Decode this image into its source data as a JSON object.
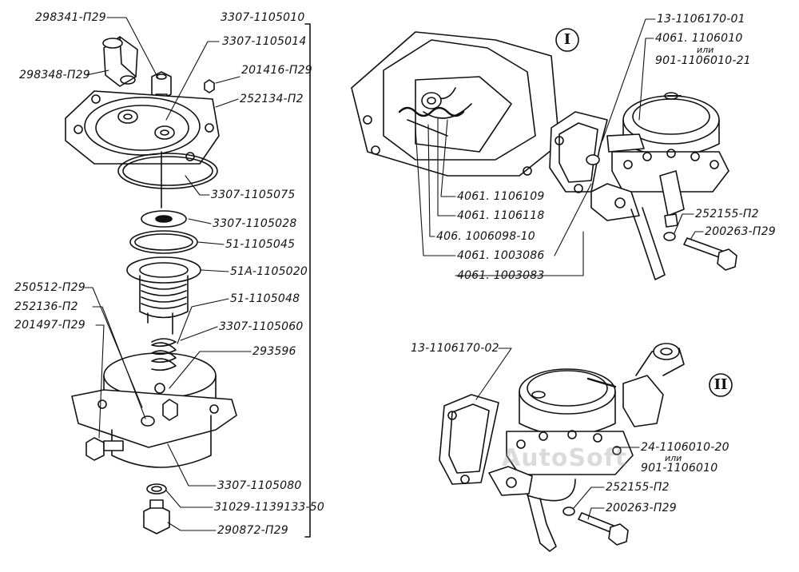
{
  "labels": {
    "p298341": "298341-П29",
    "p298348": "298348-П29",
    "p3307_1105010": "3307-1105010",
    "p3307_1105014": "3307-1105014",
    "p201416": "201416-П29",
    "p252134": "252134-П2",
    "p3307_1105075": "3307-1105075",
    "p3307_1105028": "3307-1105028",
    "p51_1105045": "51-1105045",
    "p51a_1105020": "51А-1105020",
    "p250512": "250512-П29",
    "p252136": "252136-П2",
    "p201497": "201497-П29",
    "p51_1105048": "51-1105048",
    "p3307_1105060": "3307-1105060",
    "p293596": "293596",
    "p3307_1105080": "3307-1105080",
    "p31029": "31029-1139133-50",
    "p290872": "290872-П29",
    "p13_01": "13-1106170-01",
    "p4061_1106010": "4061. 1106010",
    "ili1": "или",
    "p901_21": "901-1106010-21",
    "p4061_1106109": "4061. 1106109",
    "p4061_1106118": "4061. 1106118",
    "p406_1006098": "406. 1006098-10",
    "p4061_1003086": "4061. 1003086",
    "p4061_1003083": "4061. 1003083",
    "p252155_a": "252155-П2",
    "p200263_a": "200263-П29",
    "p13_02": "13-1106170-02",
    "p24_1106010": "24-1106010-20",
    "ili2": "или",
    "p901_1106010": "901-1106010",
    "p252155_b": "252155-П2",
    "p200263_b": "200263-П29"
  },
  "views": {
    "one": "I",
    "two": "II"
  },
  "watermark": "AutoSoft",
  "icons": [
    "diaphragm-pump-exploded-view",
    "engine-block-mount",
    "fuel-pump-assembly"
  ]
}
